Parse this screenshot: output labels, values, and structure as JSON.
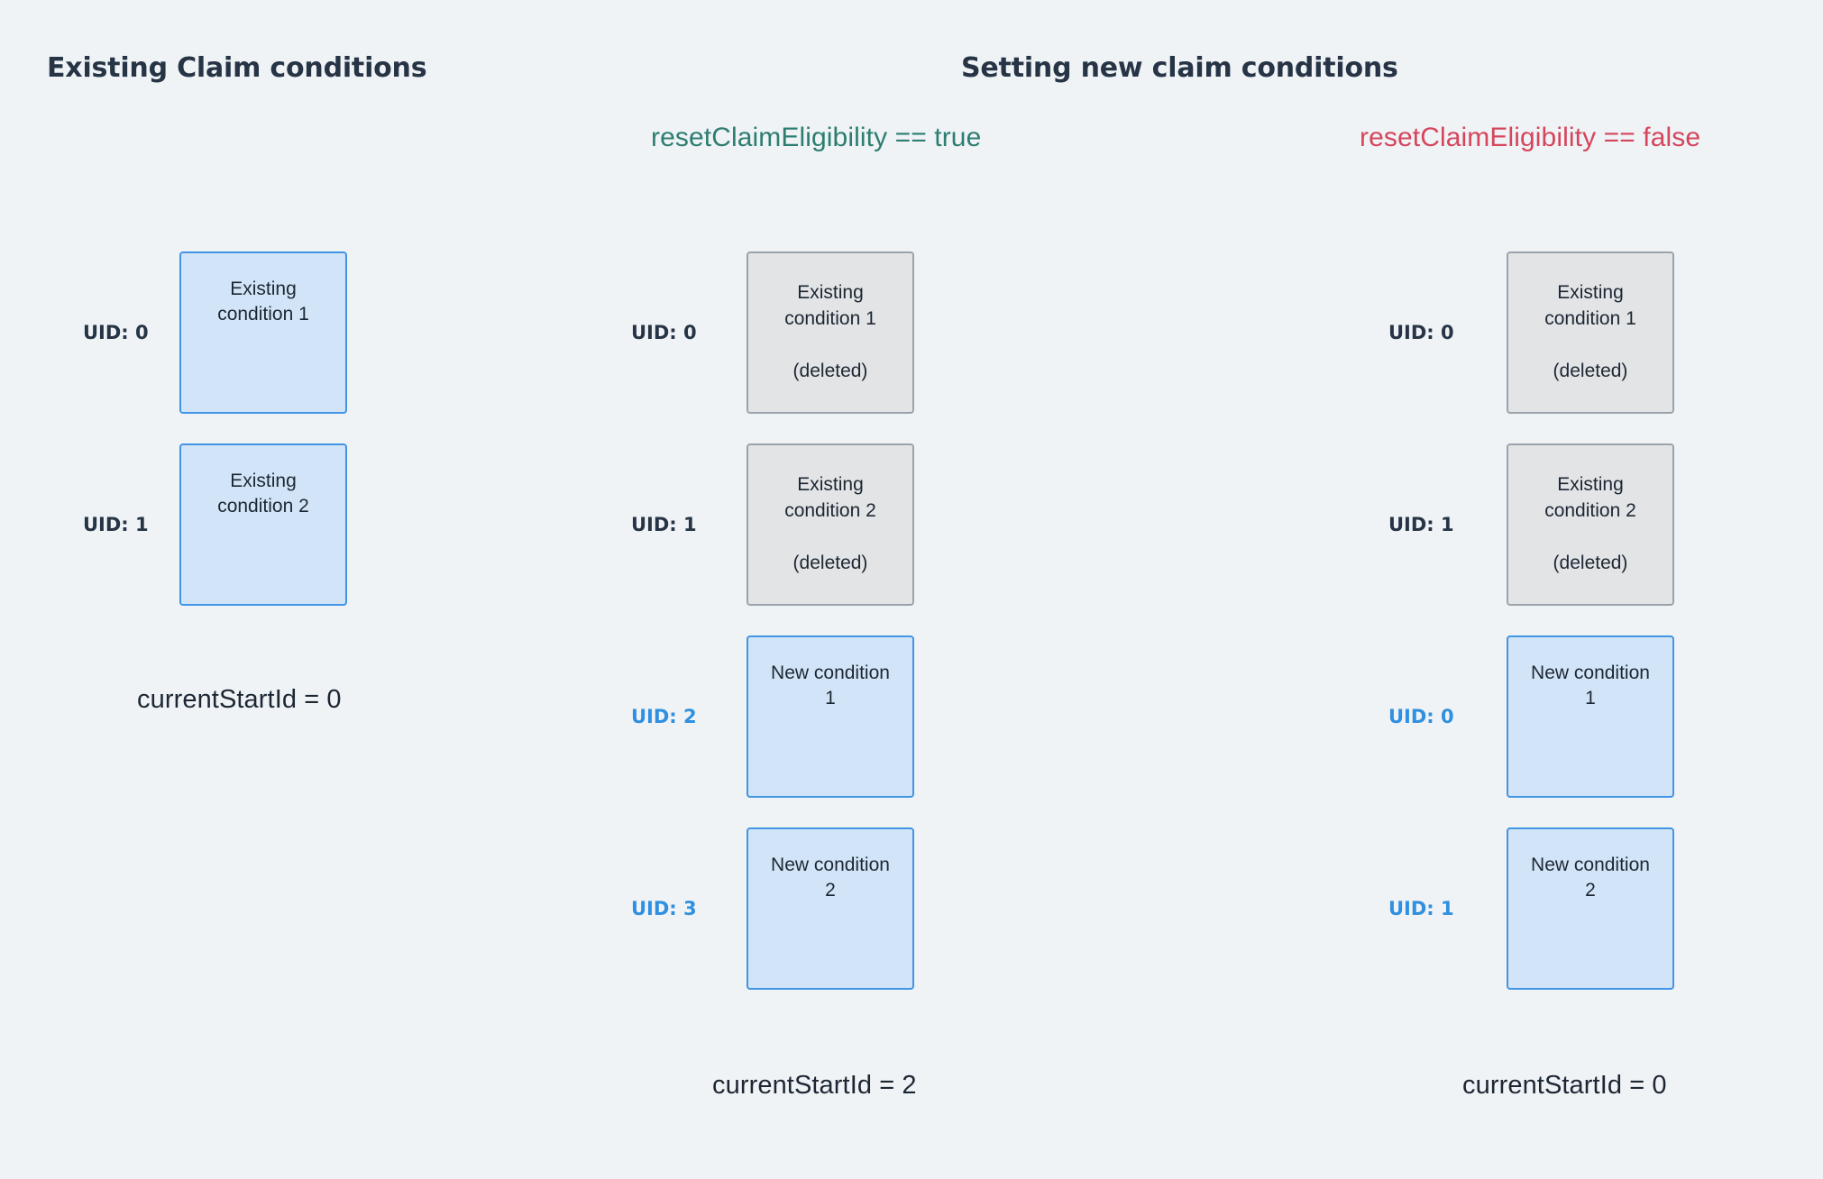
{
  "background_color": "#eff3f6",
  "colors": {
    "heading": "#263445",
    "true_flag": "#2d7d71",
    "false_flag": "#d6455c",
    "blue_box_fill": "#d2e5f8",
    "blue_box_border": "#4294e4",
    "grey_box_fill": "#e2e4e6",
    "grey_box_border": "#9aa3ab",
    "uid_new_color": "#2f8fe0",
    "uid_existing_color": "#263445"
  },
  "headings": {
    "existing": "Existing Claim conditions",
    "setting": "Setting new claim conditions"
  },
  "flags": {
    "reset_true": "resetClaimEligibility == true",
    "reset_false": "resetClaimEligibility == false"
  },
  "columns": {
    "existing": {
      "rows": [
        {
          "uid": "UID: 0",
          "uid_style": "existing",
          "box_style": "blue",
          "title": "Existing\ncondition 1",
          "note": ""
        },
        {
          "uid": "UID: 1",
          "uid_style": "existing",
          "box_style": "blue",
          "title": "Existing\ncondition 2",
          "note": ""
        }
      ],
      "start_id": "currentStartId = 0"
    },
    "reset_true": {
      "rows": [
        {
          "uid": "UID: 0",
          "uid_style": "existing",
          "box_style": "grey",
          "title": "Existing\ncondition 1",
          "note": "(deleted)"
        },
        {
          "uid": "UID: 1",
          "uid_style": "existing",
          "box_style": "grey",
          "title": "Existing\ncondition 2",
          "note": "(deleted)"
        },
        {
          "uid": "UID: 2",
          "uid_style": "new",
          "box_style": "blue",
          "title": "New condition\n1",
          "note": ""
        },
        {
          "uid": "UID: 3",
          "uid_style": "new",
          "box_style": "blue",
          "title": "New condition\n2",
          "note": ""
        }
      ],
      "start_id": "currentStartId = 2"
    },
    "reset_false": {
      "rows": [
        {
          "uid": "UID: 0",
          "uid_style": "existing",
          "box_style": "grey",
          "title": "Existing\ncondition 1",
          "note": "(deleted)"
        },
        {
          "uid": "UID: 1",
          "uid_style": "existing",
          "box_style": "grey",
          "title": "Existing\ncondition 2",
          "note": "(deleted)"
        },
        {
          "uid": "UID: 0",
          "uid_style": "new",
          "box_style": "blue",
          "title": "New condition\n1",
          "note": ""
        },
        {
          "uid": "UID: 1",
          "uid_style": "new",
          "box_style": "blue",
          "title": "New condition\n2",
          "note": ""
        }
      ],
      "start_id": "currentStartId = 0"
    }
  }
}
